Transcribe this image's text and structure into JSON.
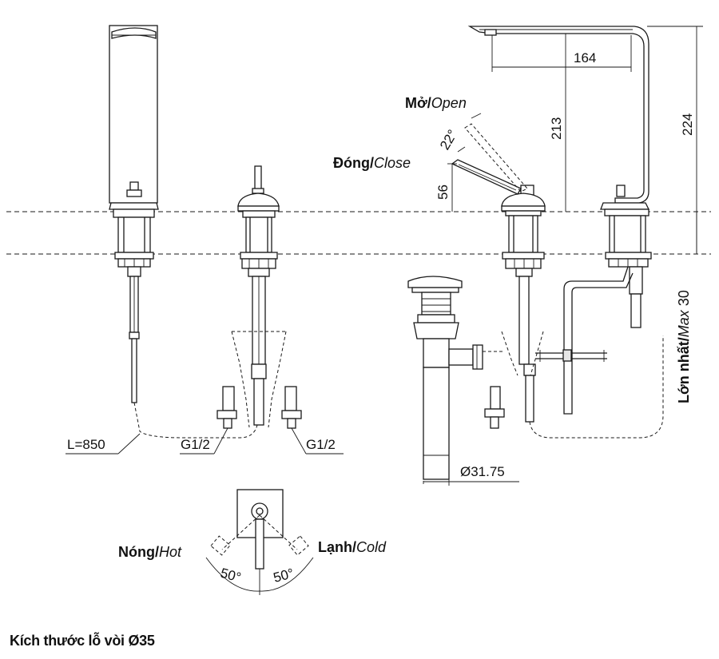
{
  "dimensions": {
    "hose_length": "L=850",
    "inlet_left": "G1/2",
    "inlet_right": "G1/2",
    "drain_diameter": "Ø31.75",
    "spout_reach": "164",
    "spout_height": "213",
    "total_height": "224",
    "lever_height": "56",
    "open_angle": "22°",
    "hot_angle": "50°",
    "cold_angle": "50°"
  },
  "labels": {
    "open_vi": "Mở/",
    "open_en": "Open",
    "close_vi": "Đóng/",
    "close_en": "Close",
    "hot_vi": "Nóng/",
    "hot_en": "Hot",
    "cold_vi": "Lạnh/",
    "cold_en": "Cold",
    "thickness_vi": "Lớn nhất/",
    "thickness_en": "Max",
    "thickness_value": " 30"
  },
  "footnote": "Kích thước lỗ vòi Ø35"
}
